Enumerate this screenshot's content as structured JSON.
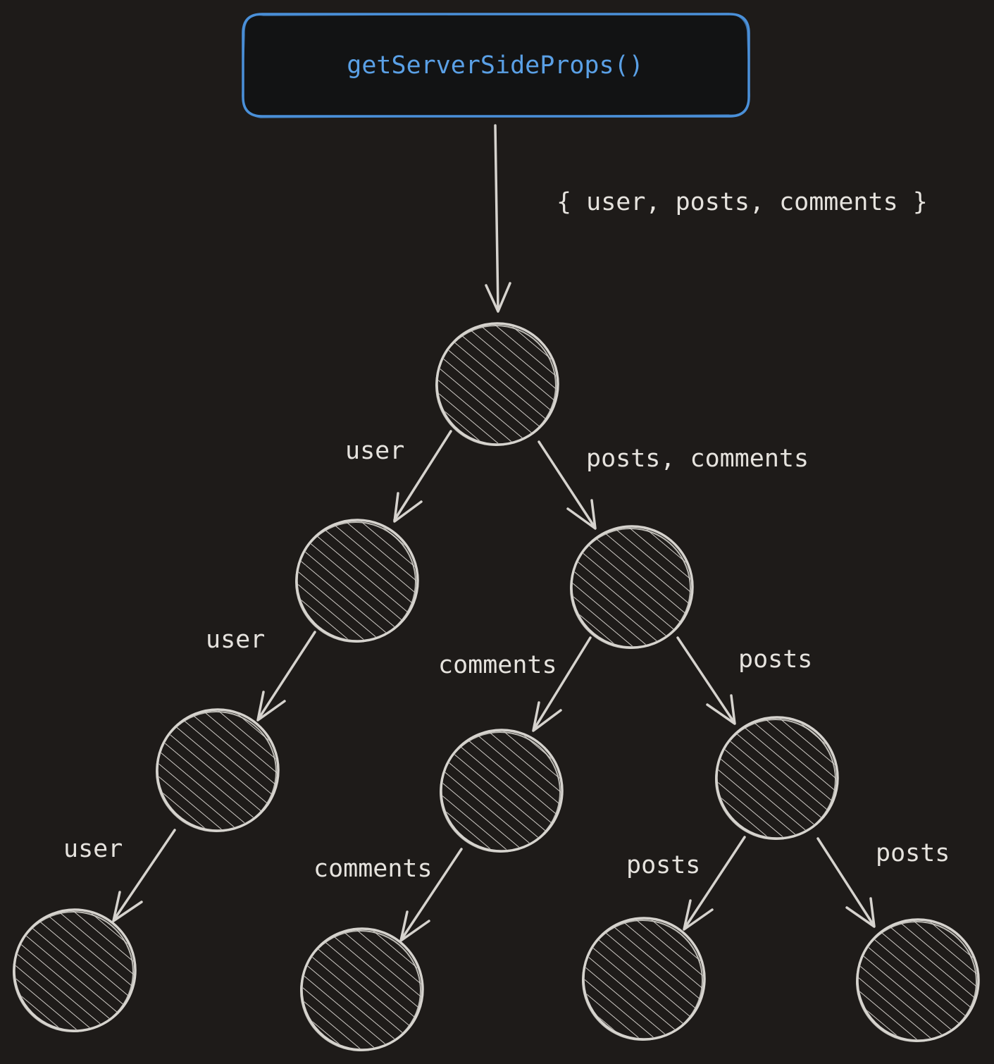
{
  "colors": {
    "background": "#1e1b19",
    "root_border": "#4a90d9",
    "root_fill": "#121314",
    "root_text": "#5aa0e6",
    "line": "#d6d3ce",
    "text": "#e6e3de"
  },
  "root": {
    "label": "getServerSideProps()"
  },
  "root_edge_label": "{ user, posts, comments }",
  "edge_labels": {
    "n1_n2": "user",
    "n1_n3": "posts, comments",
    "n2_n4": "user",
    "n3_n5": "comments",
    "n3_n6": "posts",
    "n4_n7": "user",
    "n5_n8": "comments",
    "n6_n9": "posts",
    "n6_n10": "posts"
  },
  "nodes": [
    "n1",
    "n2",
    "n3",
    "n4",
    "n5",
    "n6",
    "n7",
    "n8",
    "n9",
    "n10"
  ]
}
